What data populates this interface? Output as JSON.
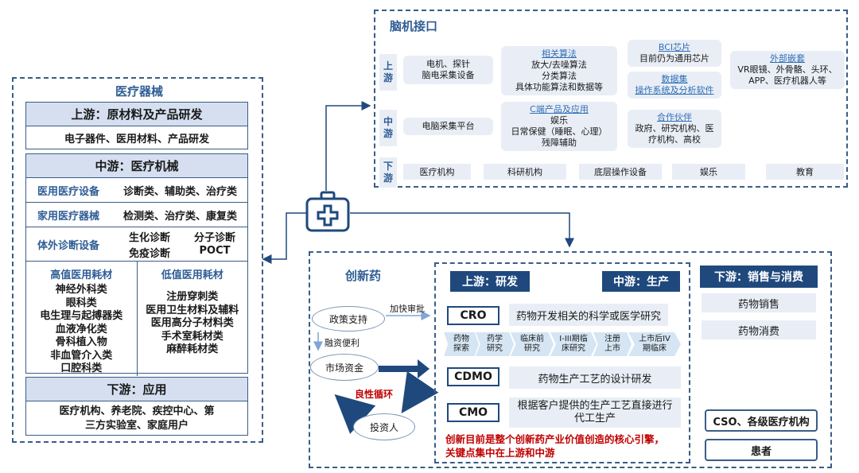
{
  "colors": {
    "primary": "#1f497d",
    "accent_red": "#c00000",
    "light": "#e9eef6",
    "header": "#d5dff0"
  },
  "medical": {
    "title": "医疗器械",
    "upstream": {
      "title": "上游：原材料及产品研发",
      "body": "电子器件、医用材料、产品研发"
    },
    "midstream": {
      "title": "中游：医疗机械",
      "rows": [
        {
          "key": "医用医疗设备",
          "value": "诊断类、辅助类、治疗类"
        },
        {
          "key": "家用医疗器械",
          "value": "检测类、治疗类、康复类"
        }
      ],
      "ivd": {
        "key": "体外诊断设备",
        "v1": "生化诊断",
        "v2": "分子诊断",
        "v3": "免疫诊断",
        "v4": "POCT"
      },
      "high": {
        "title": "高值医用耗材",
        "items": [
          "神经外科类",
          "眼科类",
          "电生理与起搏器类",
          "血液净化类",
          "骨科植入物",
          "非血管介入类",
          "口腔科类"
        ]
      },
      "low": {
        "title": "低值医用耗材",
        "items": [
          "注册穿刺类",
          "医用卫生材料及辅料",
          "医用高分子材料类",
          "手术室耗材类",
          "麻醉耗材类"
        ]
      }
    },
    "downstream": {
      "title": "下游：应用",
      "line1": "医疗机构、养老院、疾控中心、第",
      "line2": "三方实验室、家庭用户"
    }
  },
  "bci": {
    "title": "脑机接口",
    "side": {
      "up1": "上",
      "up2": "游",
      "mid1": "中",
      "mid2": "游",
      "down1": "下",
      "down2": "游"
    },
    "up": {
      "p1": {
        "l1": "电机、探针",
        "l2": "脑电采集设备"
      },
      "p2": {
        "t": "相关算法",
        "l1": "放大/去噪算法",
        "l2": "分类算法",
        "l3": "具体功能算法和数据等"
      },
      "p3": {
        "t": "BCI芯片",
        "l1": "目前仍为通用芯片"
      },
      "p4": {
        "t": "数据集",
        "l1": "操作系统及分析软件"
      },
      "p5": {
        "t": "外部嵌套",
        "l1": "VR眼镜、外骨骼、头环、",
        "l2": "APP、医疗机器人等"
      }
    },
    "mid": {
      "p1": "电脑采集平台",
      "p2": {
        "t": "C端产品及应用",
        "l1": "娱乐",
        "l2": "日常保健（睡眠、心理）",
        "l3": "残障辅助"
      },
      "p3": {
        "t": "合作伙伴",
        "l1": "政府、研究机构、医",
        "l2": "疗机构、高校"
      }
    },
    "down": [
      "医疗机构",
      "科研机构",
      "底层操作设备",
      "娱乐",
      "教育"
    ]
  },
  "drug": {
    "title": "创新药",
    "cycle": {
      "policy": "政策支持",
      "accel": "加快审批",
      "finance": "融资便利",
      "market": "市场资金",
      "virtuous": "良性循环",
      "investor": "投资人"
    },
    "upstream_tag": "上游：研发",
    "midstream_tag": "中游：生产",
    "downstream_tag": "下游：销售与消费",
    "cro": {
      "label": "CRO",
      "desc": "药物开发相关的科学或医学研究"
    },
    "cdmo": {
      "label": "CDMO",
      "desc": "药物生产工艺的设计研发"
    },
    "cmo": {
      "label": "CMO",
      "desc1": "根据客户提供的生产工艺直接进行",
      "desc2": "代工生产"
    },
    "stages": [
      {
        "l1": "药物",
        "l2": "探索"
      },
      {
        "l1": "药学",
        "l2": "研究"
      },
      {
        "l1": "临床前",
        "l2": "研究"
      },
      {
        "l1": "I-III期临",
        "l2": "床研究"
      },
      {
        "l1": "注册",
        "l2": "上市"
      },
      {
        "l1": "上市后IV",
        "l2": "期临床"
      }
    ],
    "note1": "创新目前是整个创新药产业价值创造的核心引擎，",
    "note2": "关键点集中在上游和中游",
    "sales": "药物销售",
    "consume": "药物消费",
    "cso": "CSO、各级医疗机构",
    "patient": "患者"
  }
}
